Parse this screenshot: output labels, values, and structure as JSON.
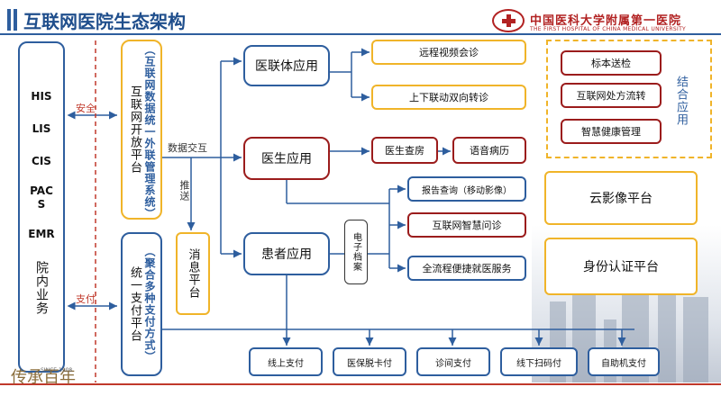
{
  "header": {
    "title": "互联网医院生态架构",
    "hospital_cn": "中国医科大学附属第一医院",
    "hospital_en": "THE FIRST HOSPITAL OF CHINA MEDICAL UNIVERSITY"
  },
  "left_systems": {
    "items": [
      "HIS",
      "LIS",
      "CIS",
      "PAC\nS",
      "EMR"
    ],
    "hospital_business": "院内业务"
  },
  "links": {
    "security": "安全",
    "payment": "支付",
    "data_exchange": "数据交互",
    "push": "推送"
  },
  "platforms": {
    "open_platform": "互联网开放平台",
    "open_platform_sub": "（互联网数据统一外联管理系统）",
    "payment_platform": "统一支付平台",
    "payment_platform_sub": "（聚合多种支付方式）",
    "message_platform": "消息平台"
  },
  "apps": {
    "alliance": "医联体应用",
    "doctor": "医生应用",
    "patient": "患者应用"
  },
  "alliance_services": [
    "远程视频会诊",
    "上下联动双向转诊"
  ],
  "doctor_services": [
    "医生查房",
    "语音病历"
  ],
  "patient_services": [
    "报告查询（移动影像）",
    "互联网智慧问诊",
    "全流程便捷就医服务"
  ],
  "e_archive": "电子档案",
  "payments": [
    "线上支付",
    "医保脱卡付",
    "诊间支付",
    "线下扫码付",
    "自助机支付"
  ],
  "combined": {
    "items": [
      "标本送检",
      "互联网处方流转",
      "智慧健康管理"
    ],
    "label": "结合应用"
  },
  "right_platforms": [
    "云影像平台",
    "身份认证平台"
  ],
  "footer": {
    "logo_text": "传承百年",
    "since": "SINCE 1908"
  }
}
